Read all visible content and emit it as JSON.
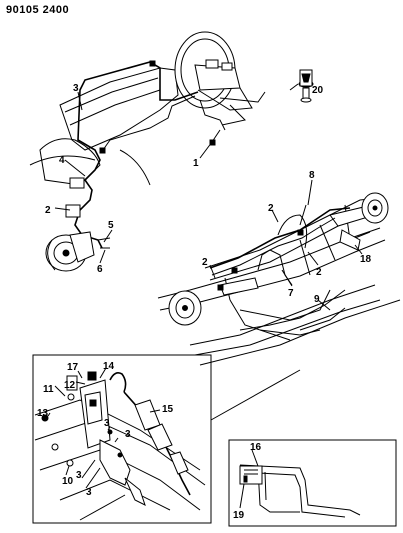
{
  "header": {
    "code": "90105 2400"
  },
  "callouts": {
    "c1": "1",
    "c2a": "2",
    "c2b": "2",
    "c2c": "2",
    "c2d": "2",
    "c3a": "3",
    "c3b": "3",
    "c3c": "3",
    "c3d": "3",
    "c4": "4",
    "c5": "5",
    "c6": "6",
    "c7": "7",
    "c8": "8",
    "c9": "9",
    "c10": "10",
    "c11": "11",
    "c12": "12",
    "c13": "13",
    "c14": "14",
    "c15": "15",
    "c16": "16",
    "c17": "17",
    "c18": "18",
    "c19": "19",
    "c20": "20"
  }
}
